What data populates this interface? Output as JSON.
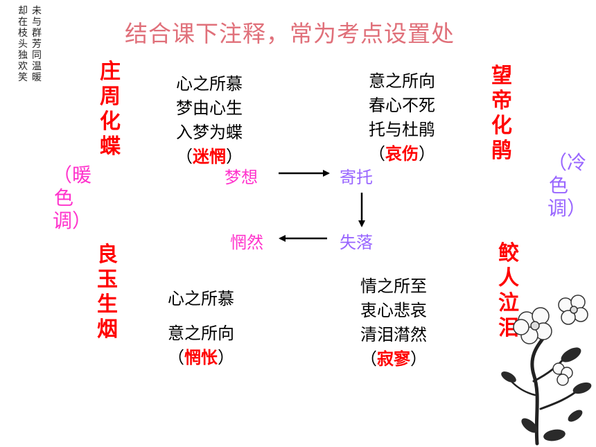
{
  "poem": {
    "col1": "未与群芳同温暖",
    "col2": "却在枝头独欢笑"
  },
  "title": "结合课下注释，常为考点设置处",
  "left_top": {
    "label": "庄周化蝶",
    "lines": [
      "心之所慕",
      "梦由心生",
      "入梦为蝶"
    ],
    "paren_l": "（",
    "emotion": "迷惘",
    "paren_r": "）"
  },
  "right_top": {
    "label": "望帝化鹃",
    "lines": [
      "意之所向",
      "春心不死",
      "托与杜鹃"
    ],
    "paren_l": "（",
    "emotion": "哀伤",
    "paren_r": "）"
  },
  "left_bottom": {
    "label": "良玉生烟",
    "line1": "心之所慕",
    "line2": "意之所向",
    "paren_l": "（",
    "emotion": "惘怅",
    "paren_r": "）"
  },
  "right_bottom": {
    "label": "鲛人泣泪",
    "lines": [
      "情之所至",
      "衷心悲哀",
      "清泪潸然"
    ],
    "paren_l": "（",
    "emotion": "寂寥",
    "paren_r": "）"
  },
  "warm_tone": "（暖色调）",
  "cool_tone": "（冷色调）",
  "flow": {
    "dream": "梦想",
    "entrust": "寄托",
    "loss": "失落",
    "daze": "惘然"
  },
  "colors": {
    "title": "#e0707a",
    "red": "#ff0000",
    "pink": "#ff33cc",
    "purple": "#9966ff"
  }
}
